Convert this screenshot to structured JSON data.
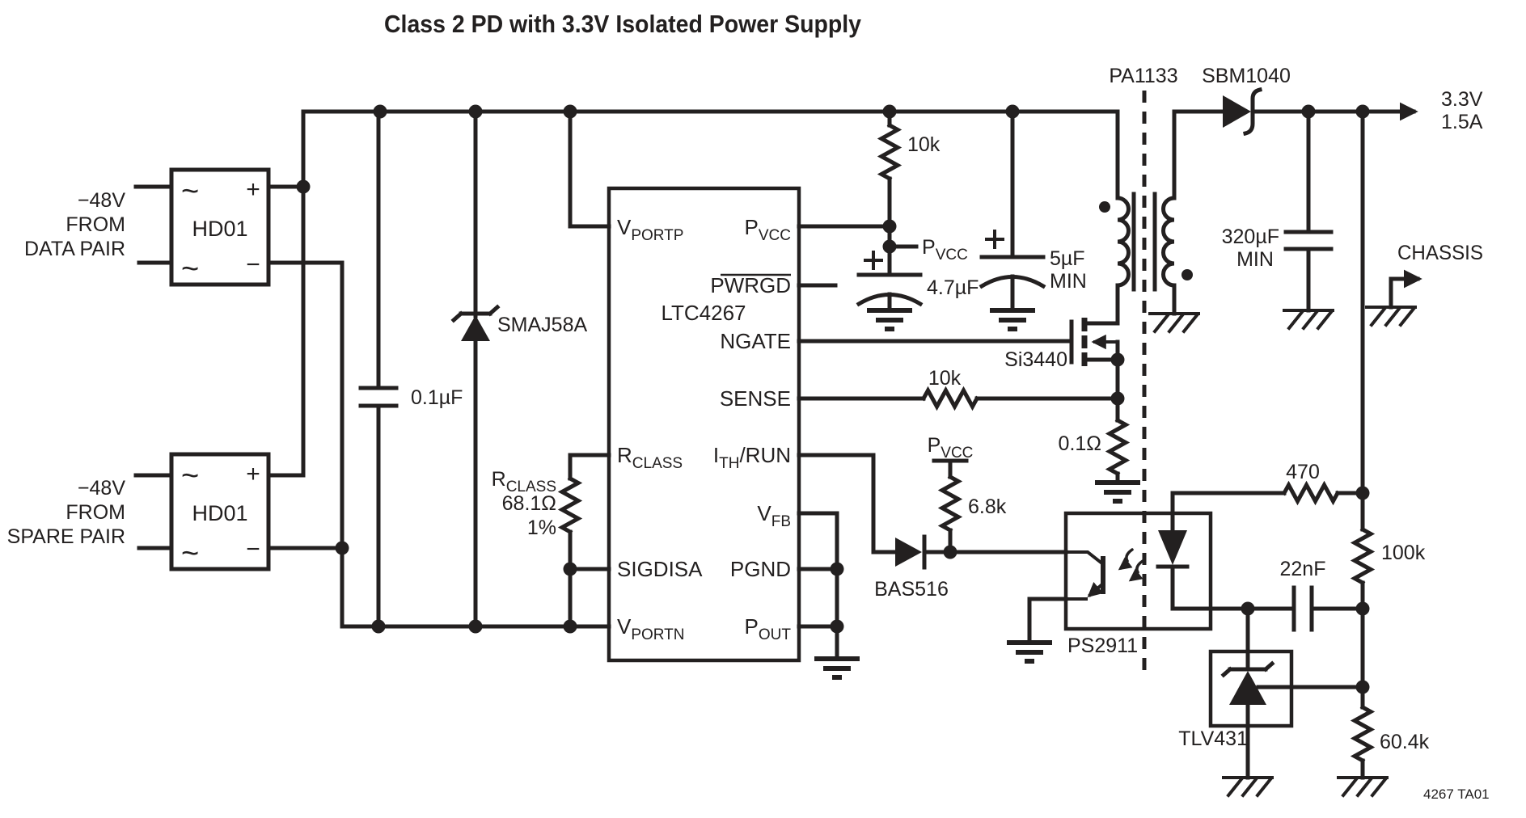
{
  "title": "Class 2 PD with 3.3V Isolated Power Supply",
  "colors": {
    "ink": "#232020",
    "chip_fill": "#E9C5BC"
  },
  "source_inputs": {
    "data_pair": {
      "line1": "−48V",
      "line2": "FROM",
      "line3": "DATA PAIR"
    },
    "spare_pair": {
      "line1": "−48V",
      "line2": "FROM",
      "line3": "SPARE PAIR"
    }
  },
  "bridges": {
    "b1": {
      "name": "HD01",
      "ac1": "~",
      "ac2": "~",
      "plus": "+",
      "minus": "−"
    },
    "b2": {
      "name": "HD01",
      "ac1": "~",
      "ac2": "~",
      "plus": "+",
      "minus": "−"
    }
  },
  "chip": {
    "name": "LTC4267",
    "pins": {
      "vportp": {
        "m": "V",
        "s": "PORTP"
      },
      "rclass": {
        "m": "R",
        "s": "CLASS"
      },
      "sigdisa": {
        "m": "SIGDISA"
      },
      "vportn": {
        "m": "V",
        "s": "PORTN"
      },
      "pvcc": {
        "m": "P",
        "s": "VCC"
      },
      "pwrgd": {
        "m": "PWRGD"
      },
      "ngate": {
        "m": "NGATE"
      },
      "sense": {
        "m": "SENSE"
      },
      "ith_run": {
        "m": "I",
        "s": "TH",
        "m2": "/RUN"
      },
      "vfb": {
        "m": "V",
        "s": "FB"
      },
      "pgnd": {
        "m": "PGND"
      },
      "pout": {
        "m": "P",
        "s": "OUT"
      }
    }
  },
  "components": {
    "input_cap": "0.1µF",
    "tvs": "SMAJ58A",
    "rclass": {
      "m": "R",
      "s": "CLASS",
      "value": "68.1Ω",
      "tolerance": "1%"
    },
    "pullup": "10k",
    "pvcc_tap": {
      "m": "P",
      "s": "VCC"
    },
    "pvcc_cap": "4.7µF",
    "bulk_cap": {
      "value": "5µF",
      "min": "MIN"
    },
    "transformer": "PA1133",
    "rectifier": "SBM1040",
    "mosfet": "Si3440",
    "sense_filter_r": "10k",
    "sense_r": "0.1Ω",
    "pvcc_flag": {
      "m": "P",
      "s": "VCC"
    },
    "ith_r": "6.8k",
    "ith_diode": "BAS516",
    "opto": "PS2911",
    "out_cap": {
      "value": "320µF",
      "min": "MIN"
    },
    "fb_r_top": "470",
    "fb_r_upper": "100k",
    "fb_c": "22nF",
    "shunt_ref": "TLV431",
    "fb_r_lower": "60.4k"
  },
  "output": {
    "voltage": "3.3V",
    "current": "1.5A",
    "chassis": "CHASSIS"
  },
  "doc_note": "4267 TA01"
}
